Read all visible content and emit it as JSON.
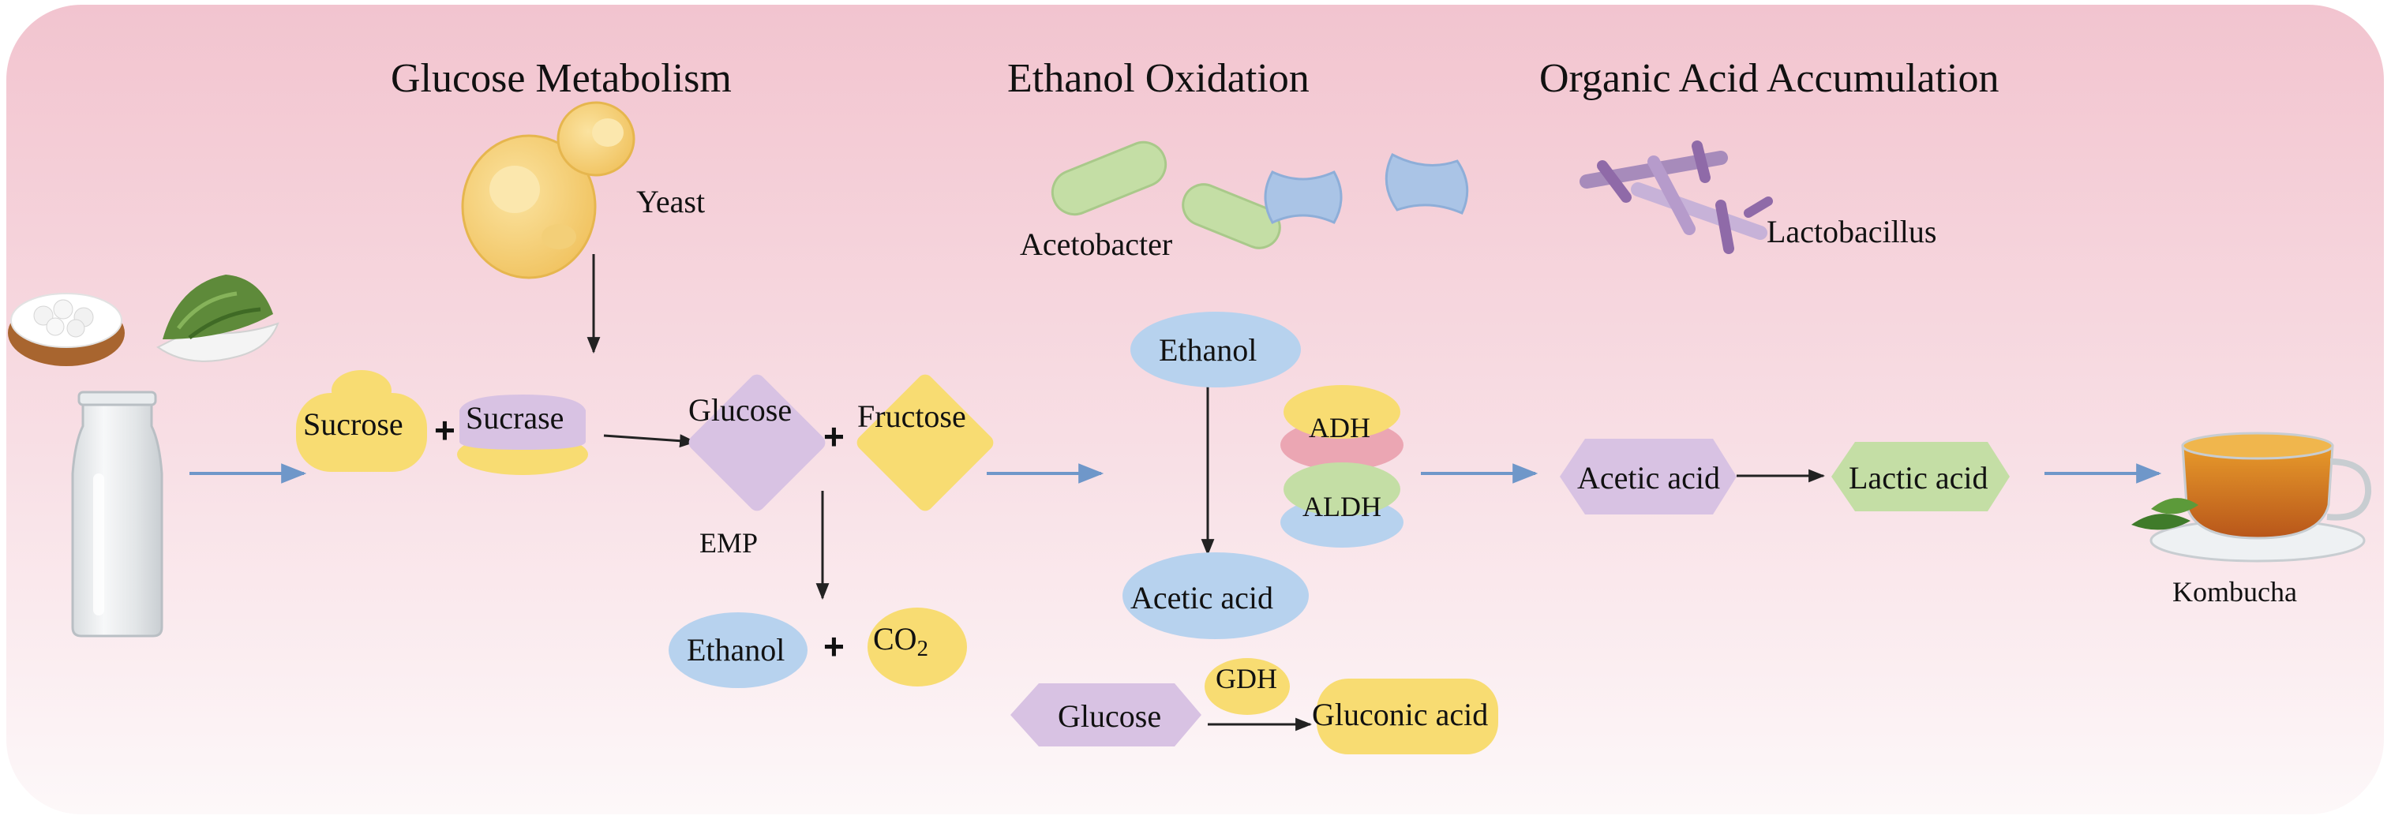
{
  "headers": {
    "glucose_metabolism": "Glucose Metabolism",
    "ethanol_oxidation": "Ethanol Oxidation",
    "organic_acid_accumulation": "Organic Acid Accumulation"
  },
  "organisms": {
    "yeast": "Yeast",
    "acetobacter": "Acetobacter",
    "lactobacillus": "Lactobacillus"
  },
  "glucose_metabolism": {
    "sucrose": "Sucrose",
    "sucrase": "Sucrase",
    "glucose": "Glucose",
    "fructose": "Fructose",
    "emp": "EMP",
    "ethanol": "Ethanol",
    "co2_base": "CO",
    "co2_sub": "2",
    "plus": "+"
  },
  "ethanol_oxidation": {
    "ethanol": "Ethanol",
    "adh": "ADH",
    "aldh": "ALDH",
    "acetic_acid": "Acetic acid",
    "glucose": "Glucose",
    "gdh": "GDH",
    "gluconic_acid": "Gluconic acid"
  },
  "organic_acids": {
    "acetic_acid": "Acetic acid",
    "lactic_acid": "Lactic acid"
  },
  "product": "Kombucha",
  "colors": {
    "background_top": "#f2c4cf",
    "background_bottom": "#fdf8f9",
    "yellow": "#f8dc72",
    "purple": "#d8c2e3",
    "blue": "#b7d2ee",
    "green": "#c4dea5",
    "pink": "#eba6b3",
    "flow_arrow": "#6f97c9"
  }
}
